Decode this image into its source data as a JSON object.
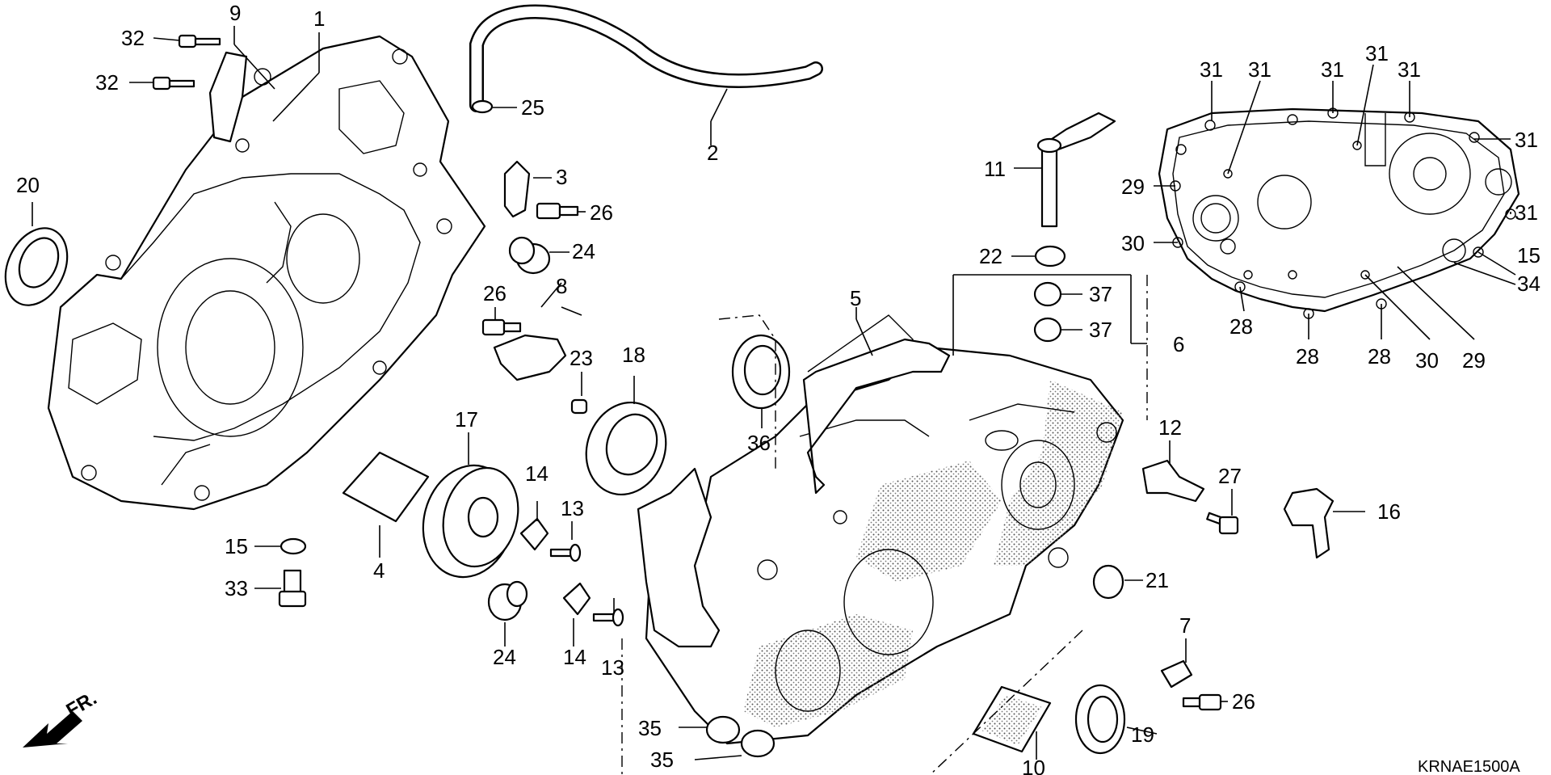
{
  "diagram": {
    "code": "KRNAE1500A",
    "direction_label": "FR.",
    "callouts": [
      "1",
      "2",
      "3",
      "4",
      "5",
      "6",
      "7",
      "8",
      "9",
      "10",
      "11",
      "12",
      "13",
      "13",
      "14",
      "14",
      "15",
      "15",
      "16",
      "17",
      "18",
      "19",
      "20",
      "21",
      "22",
      "23",
      "24",
      "24",
      "25",
      "26",
      "26",
      "26",
      "27",
      "28",
      "28",
      "28",
      "29",
      "29",
      "30",
      "30",
      "31",
      "31",
      "31",
      "31",
      "31",
      "31",
      "31",
      "32",
      "32",
      "33",
      "34",
      "35",
      "35",
      "36",
      "37",
      "37"
    ]
  }
}
